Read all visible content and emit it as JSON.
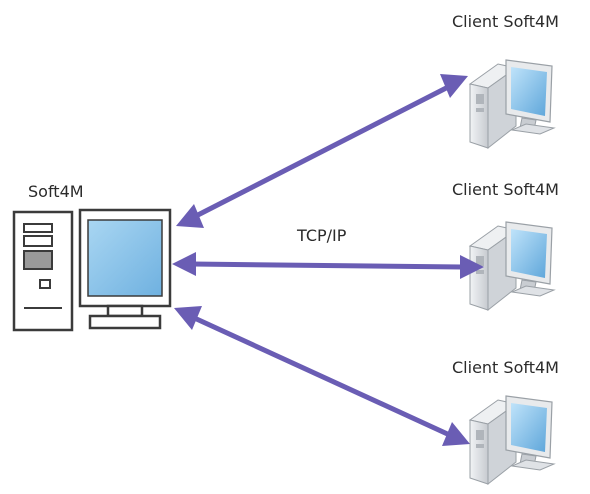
{
  "server": {
    "label": "Soft4M",
    "icon": "server-computer-icon"
  },
  "protocol": {
    "label": "TCP/IP"
  },
  "clients": [
    {
      "label": "Client Soft4M",
      "icon": "client-computer-icon"
    },
    {
      "label": "Client Soft4M",
      "icon": "client-computer-icon"
    },
    {
      "label": "Client Soft4M",
      "icon": "client-computer-icon"
    }
  ],
  "colors": {
    "arrow": "#6a5db4",
    "screen": "#8ec6ea",
    "case_outline": "#3b3b3b",
    "client_case": "#d6d9dd"
  }
}
